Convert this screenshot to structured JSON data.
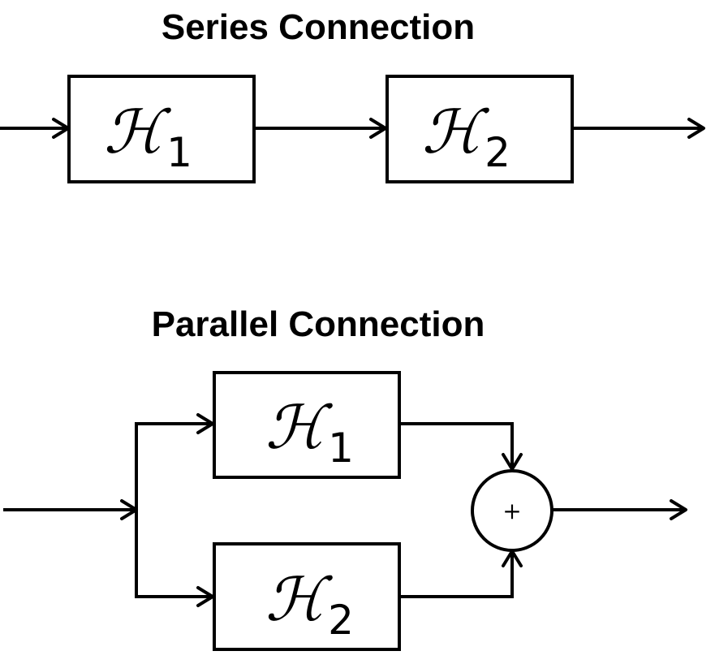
{
  "series": {
    "title": "Series Connection",
    "block1": {
      "symbol": "ℋ",
      "subscript": "1"
    },
    "block2": {
      "symbol": "ℋ",
      "subscript": "2"
    }
  },
  "parallel": {
    "title": "Parallel Connection",
    "block1": {
      "symbol": "ℋ",
      "subscript": "1"
    },
    "block2": {
      "symbol": "ℋ",
      "subscript": "2"
    },
    "summer": {
      "symbol": "+"
    }
  }
}
